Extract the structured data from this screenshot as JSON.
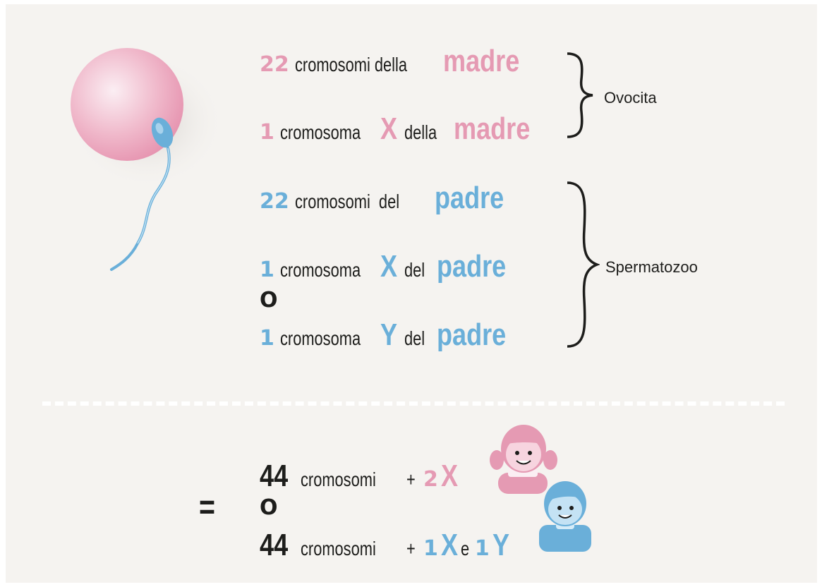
{
  "rows": {
    "mother_autosomes": {
      "num": "22",
      "text": "cromosomi della",
      "parent": "madre"
    },
    "mother_x": {
      "num": "1",
      "text": "cromosoma",
      "chrom": "X",
      "mid": "della",
      "parent": "madre"
    },
    "father_autosomes": {
      "num": "22",
      "text": "cromosomi  del",
      "parent": "padre"
    },
    "father_x": {
      "num": "1",
      "text": "cromosoma",
      "chrom": "X",
      "mid": "del",
      "parent": "padre"
    },
    "or_1": "O",
    "father_y": {
      "num": "1",
      "text": "cromosoma",
      "chrom": "Y",
      "mid": "del",
      "parent": "padre"
    }
  },
  "braces": {
    "ovocita": "Ovocita",
    "spermatozoo": "Spermatozoo"
  },
  "result": {
    "equals": "=",
    "female": {
      "num": "44",
      "text": "cromosomi",
      "plus": "+",
      "count": "2",
      "chrom": "X"
    },
    "or_2": "O",
    "male": {
      "num": "44",
      "text": "cromosomi",
      "plus": "+",
      "count_x": "1",
      "chrom_x": "X",
      "and": "e",
      "count_y": "1",
      "chrom_y": "Y"
    }
  },
  "colors": {
    "mother": "#e59ab3",
    "father": "#6aafd9",
    "text": "#1d1d1b",
    "background": "#f5f3f0"
  },
  "icons": [
    "egg-cell-icon",
    "sperm-icon",
    "girl-face-icon",
    "boy-face-icon"
  ]
}
